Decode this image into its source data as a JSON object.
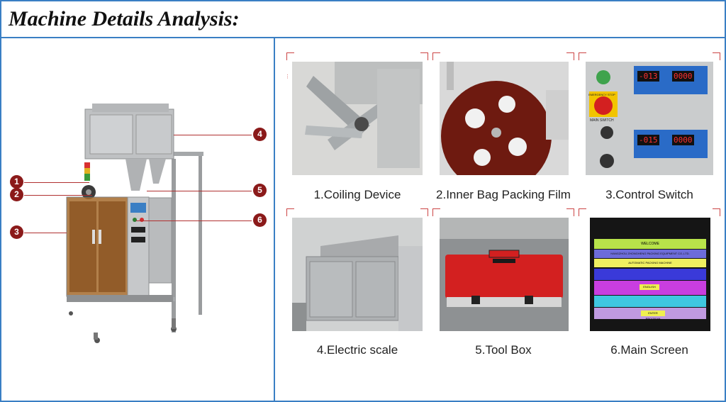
{
  "title": "Machine Details Analysis:",
  "callouts": [
    "1",
    "2",
    "3",
    "4",
    "5",
    "6"
  ],
  "tiles": [
    {
      "caption": "1.Coiling Device"
    },
    {
      "caption": "2.Inner Bag Packing Film"
    },
    {
      "caption": "3.Control Switch"
    },
    {
      "caption": "4.Electric scale"
    },
    {
      "caption": "5.Tool Box"
    },
    {
      "caption": "6.Main Screen"
    }
  ],
  "control_panel": {
    "display_1": "-013",
    "display_2": "0000",
    "display_3": "-015",
    "display_4": "0000",
    "main_switch": "MAIN SWITCH",
    "stop": "EMERGENCY STOP"
  },
  "screen": {
    "welcome": "WELCOME",
    "company": "HANGZHOU ZHONGHENG PACKING EQUIPMENT CO.,LTD.",
    "machine": "AUTOMATIC PACKING MACHINE",
    "btn_1": "ENGLISH",
    "btn_2": "ENTER PROGRAM"
  },
  "colors": {
    "frame": "#3a7fc4",
    "callout": "#8b1a1a",
    "toolbox": "#d32020",
    "steel": "#a9acaf"
  }
}
